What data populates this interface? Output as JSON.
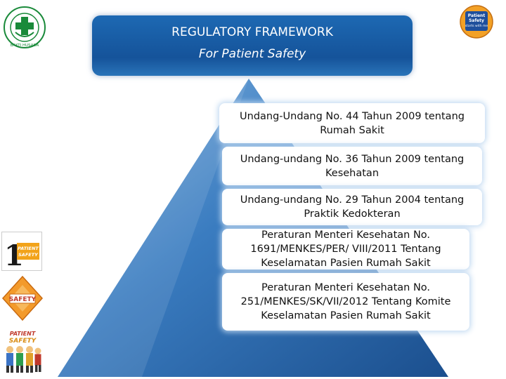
{
  "header": {
    "title": "REGULATORY FRAMEWORK",
    "subtitle": "For Patient Safety"
  },
  "pyramid_levels": [
    "Undang-Undang No. 44 Tahun 2009 tentang Rumah Sakit",
    "Undang-undang No. 36 Tahun 2009 tentang Kesehatan",
    "Undang-undang No. 29 Tahun 2004 tentang Praktik Kedokteran",
    "Peraturan Menteri Kesehatan No. 1691/MENKES/PER/ VIII/2011 Tentang Keselamatan Pasien Rumah Sakit",
    "Peraturan Menteri Kesehatan No. 251/MENKES/SK/VII/2012 Tentang Komite Keselamatan Pasien Rumah Sakit"
  ],
  "logos": {
    "top_left": "BAKTI HUSADA",
    "top_right": "Patient Safety Starts with Me",
    "left_1": "1 PATIENT SAFETY",
    "left_2": "SAFETY",
    "left_3": "PATIENT SAFETY"
  },
  "colors": {
    "header_blue": "#15539a",
    "pyramid_blue": "#2f6fb3",
    "logo_green": "#1a8a3a",
    "logo_orange": "#e8892b"
  }
}
